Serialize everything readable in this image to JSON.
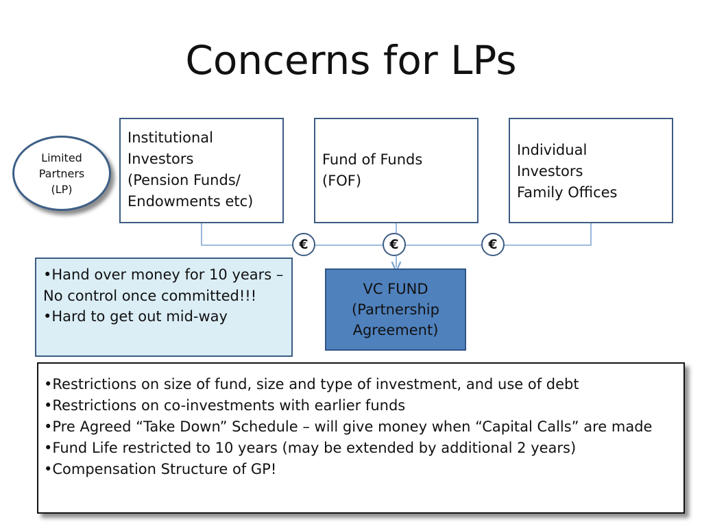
{
  "title": "Concerns for LPs",
  "lp_label": [
    "Limited",
    "Partners",
    "(LP)"
  ],
  "investors": {
    "institutional": [
      "Institutional",
      "Investors",
      "(Pension Funds/",
      "Endowments etc)"
    ],
    "fof": [
      "Fund of Funds",
      "(FOF)"
    ],
    "individual": [
      "Individual",
      "Investors",
      "Family Offices"
    ]
  },
  "currency_symbol": "€",
  "lp_concerns": [
    "•Hand over money for 10 years – No control once committed!!!",
    "•Hard to get out mid-way"
  ],
  "vc_fund": [
    "VC FUND",
    "(Partnership",
    "Agreement)"
  ],
  "restrictions": [
    "•Restrictions on size of fund, size and type of investment, and use of debt",
    "•Restrictions on  co-investments with earlier funds",
    "•Pre Agreed “Take Down” Schedule – will give money when “Capital Calls” are made",
    "•Fund Life restricted to 10 years (may be extended by additional 2 years)",
    "•Compensation Structure of GP!"
  ],
  "colors": {
    "box_border": "#3b5b82",
    "notes_fill": "#dbeef6",
    "vc_fill": "#4f81bd",
    "connector": "#7ea6d3"
  }
}
